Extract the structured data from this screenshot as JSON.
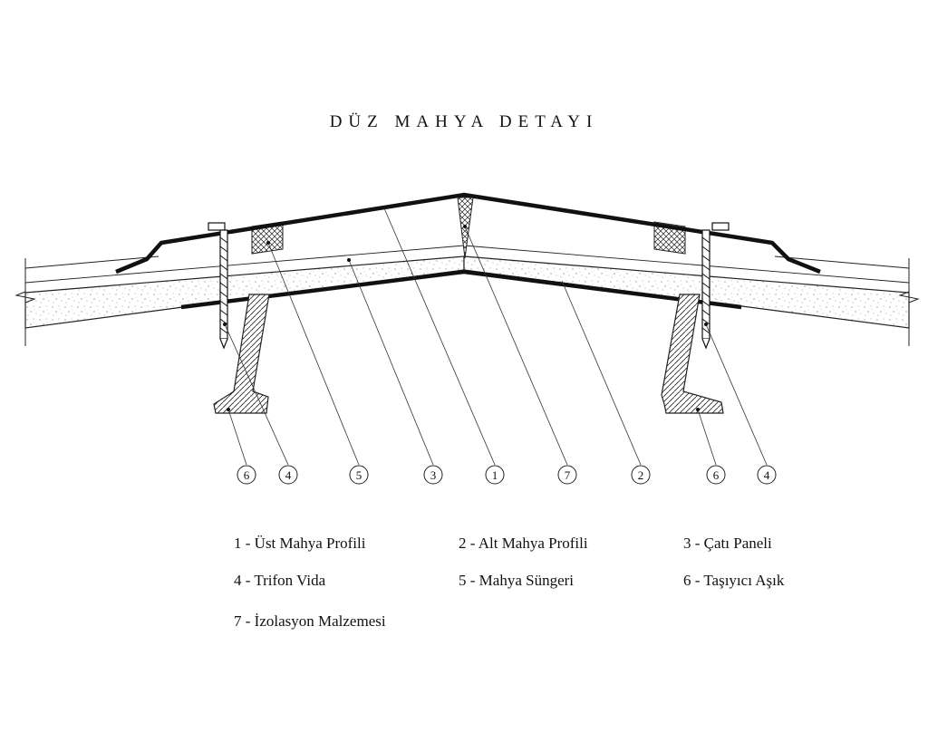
{
  "title": "DÜZ MAHYA DETAYI",
  "callout_numbers": [
    "6",
    "4",
    "5",
    "3",
    "1",
    "7",
    "2",
    "6",
    "4"
  ],
  "legend": [
    "1 - Üst Mahya Profili",
    "2 - Alt Mahya Profili",
    "3 - Çatı Paneli",
    "4 - Trifon Vida",
    "5 - Mahya Süngeri",
    "6 - Taşıyıcı Aşık",
    "7 - İzolasyon Malzemesi"
  ]
}
